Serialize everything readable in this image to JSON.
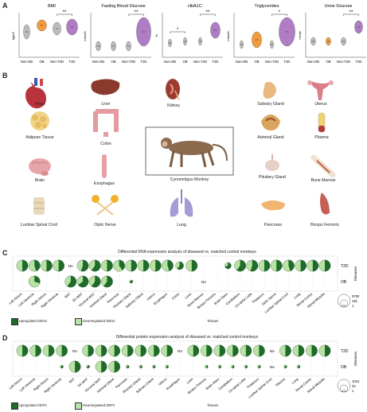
{
  "panel_labels": [
    "A",
    "B",
    "C",
    "D"
  ],
  "panel_a": {
    "charts": [
      {
        "title": "BMI",
        "ylabel": "kg/m²",
        "categories": [
          "Non-OB",
          "OB",
          "Non-T2D",
          "T2D"
        ],
        "significance": "**",
        "colors": [
          "#bdbdbd",
          "#f39c3c",
          "#bdbdbd",
          "#b07cc6"
        ]
      },
      {
        "title": "Fasting Blood Glucose",
        "ylabel": "mmol/L",
        "categories": [
          "Non-OB",
          "OB",
          "Non-T2D",
          "T2D"
        ],
        "significance": "**",
        "colors": [
          "#bdbdbd",
          "#bdbdbd",
          "#bdbdbd",
          "#b07cc6"
        ]
      },
      {
        "title": "HbA1C",
        "ylabel": "%",
        "categories": [
          "Non-OB",
          "OB",
          "Non-T2D",
          "T2D"
        ],
        "significance": "**",
        "significance_2": "*",
        "colors": [
          "#bdbdbd",
          "#bdbdbd",
          "#bdbdbd",
          "#b07cc6"
        ]
      },
      {
        "title": "Triglycerides",
        "ylabel": "mmol/L",
        "categories": [
          "Non-OB",
          "OB",
          "Non-T2D",
          "T2D"
        ],
        "significance": "*",
        "colors": [
          "#bdbdbd",
          "#f39c3c",
          "#bdbdbd",
          "#b07cc6"
        ]
      },
      {
        "title": "Urine Glucose",
        "ylabel": "+Units",
        "categories": [
          "Non-OB",
          "OB",
          "Non-T2D",
          "T2D"
        ],
        "significance": "**",
        "colors": [
          "#bdbdbd",
          "#f39c3c",
          "#bdbdbd",
          "#b07cc6"
        ]
      }
    ]
  },
  "panel_b": {
    "center_label": "Cynomolgus Monkey",
    "organs": [
      "Heart",
      "Liver",
      "Kidney",
      "Salivary Gland",
      "Uterus",
      "Adipose Tissue",
      "Colon",
      "Adrenal Gland",
      "Plasma",
      "Brain",
      "Esophagus",
      "Pituitary Gland",
      "Bone Marrow",
      "Lumbar Spinal Cord",
      "Optic Nerve",
      "Lung",
      "Pancreas",
      "Biceps Femoris"
    ]
  },
  "panel_c": {
    "title": "Differential RNA expression analysis of diseased vs. matched control monkeys",
    "row_labels": [
      "T2D",
      "OB"
    ],
    "axis_label": "Diseases",
    "xlabel": "Tissues",
    "na_label": "NA",
    "tissues": [
      "Left Atrium",
      "Left Ventricle",
      "Right Atrium",
      "Right Ventricle",
      "BAT",
      "SA WAT",
      "Visceral WAT",
      "Adrenal Gland",
      "Pancreas",
      "Pituitary Gland",
      "Salivary Gland",
      "Uterus",
      "Esophagus",
      "Colon",
      "Liver",
      "Bone Marrow",
      "Biceps Femoris",
      "Brain Stem",
      "Cerebellum",
      "Occipital Lobe",
      "Thalamus",
      "Optic Nerve",
      "Lumbar Spinal Cord",
      "Lung",
      "Renal Cortex",
      "Renal Medulla"
    ],
    "size_legend": [
      "5792",
      "181",
      "1"
    ],
    "legend_up": "Upregulated DEGs",
    "legend_down": "Downregulated DEGs"
  },
  "panel_d": {
    "title": "Differential protein expression analysis of diseased vs. matched control monkeys",
    "row_labels": [
      "T2D",
      "OB"
    ],
    "axis_label": "Diseases",
    "xlabel": "Tissues",
    "na_label": "NA",
    "tissues": [
      "Left Atrium",
      "Left Ventricle",
      "Right Atrium",
      "Right Ventricle",
      "BAT",
      "SA WAT",
      "Visceral WAT",
      "Adrenal Gland",
      "Pancreas",
      "Pituitary Gland",
      "Salivary Gland",
      "Uterus",
      "Esophagus",
      "Liver",
      "Biceps Femoris",
      "Brain Stem",
      "Cerebellum",
      "Occipital Lobe",
      "Thalamus",
      "Lumbar Spinal Cord",
      "Plasma",
      "Lung",
      "Renal Cortex",
      "Renal Medulla"
    ],
    "size_legend": [
      "1024",
      "32",
      "1"
    ],
    "legend_up": "Upregulated DEPs",
    "legend_down": "Downregulated DEPs"
  },
  "colors": {
    "up": "#1f6b2a",
    "down": "#b9e3a5",
    "ob": "#f39c3c",
    "t2d": "#b07cc6",
    "control": "#bdbdbd"
  }
}
